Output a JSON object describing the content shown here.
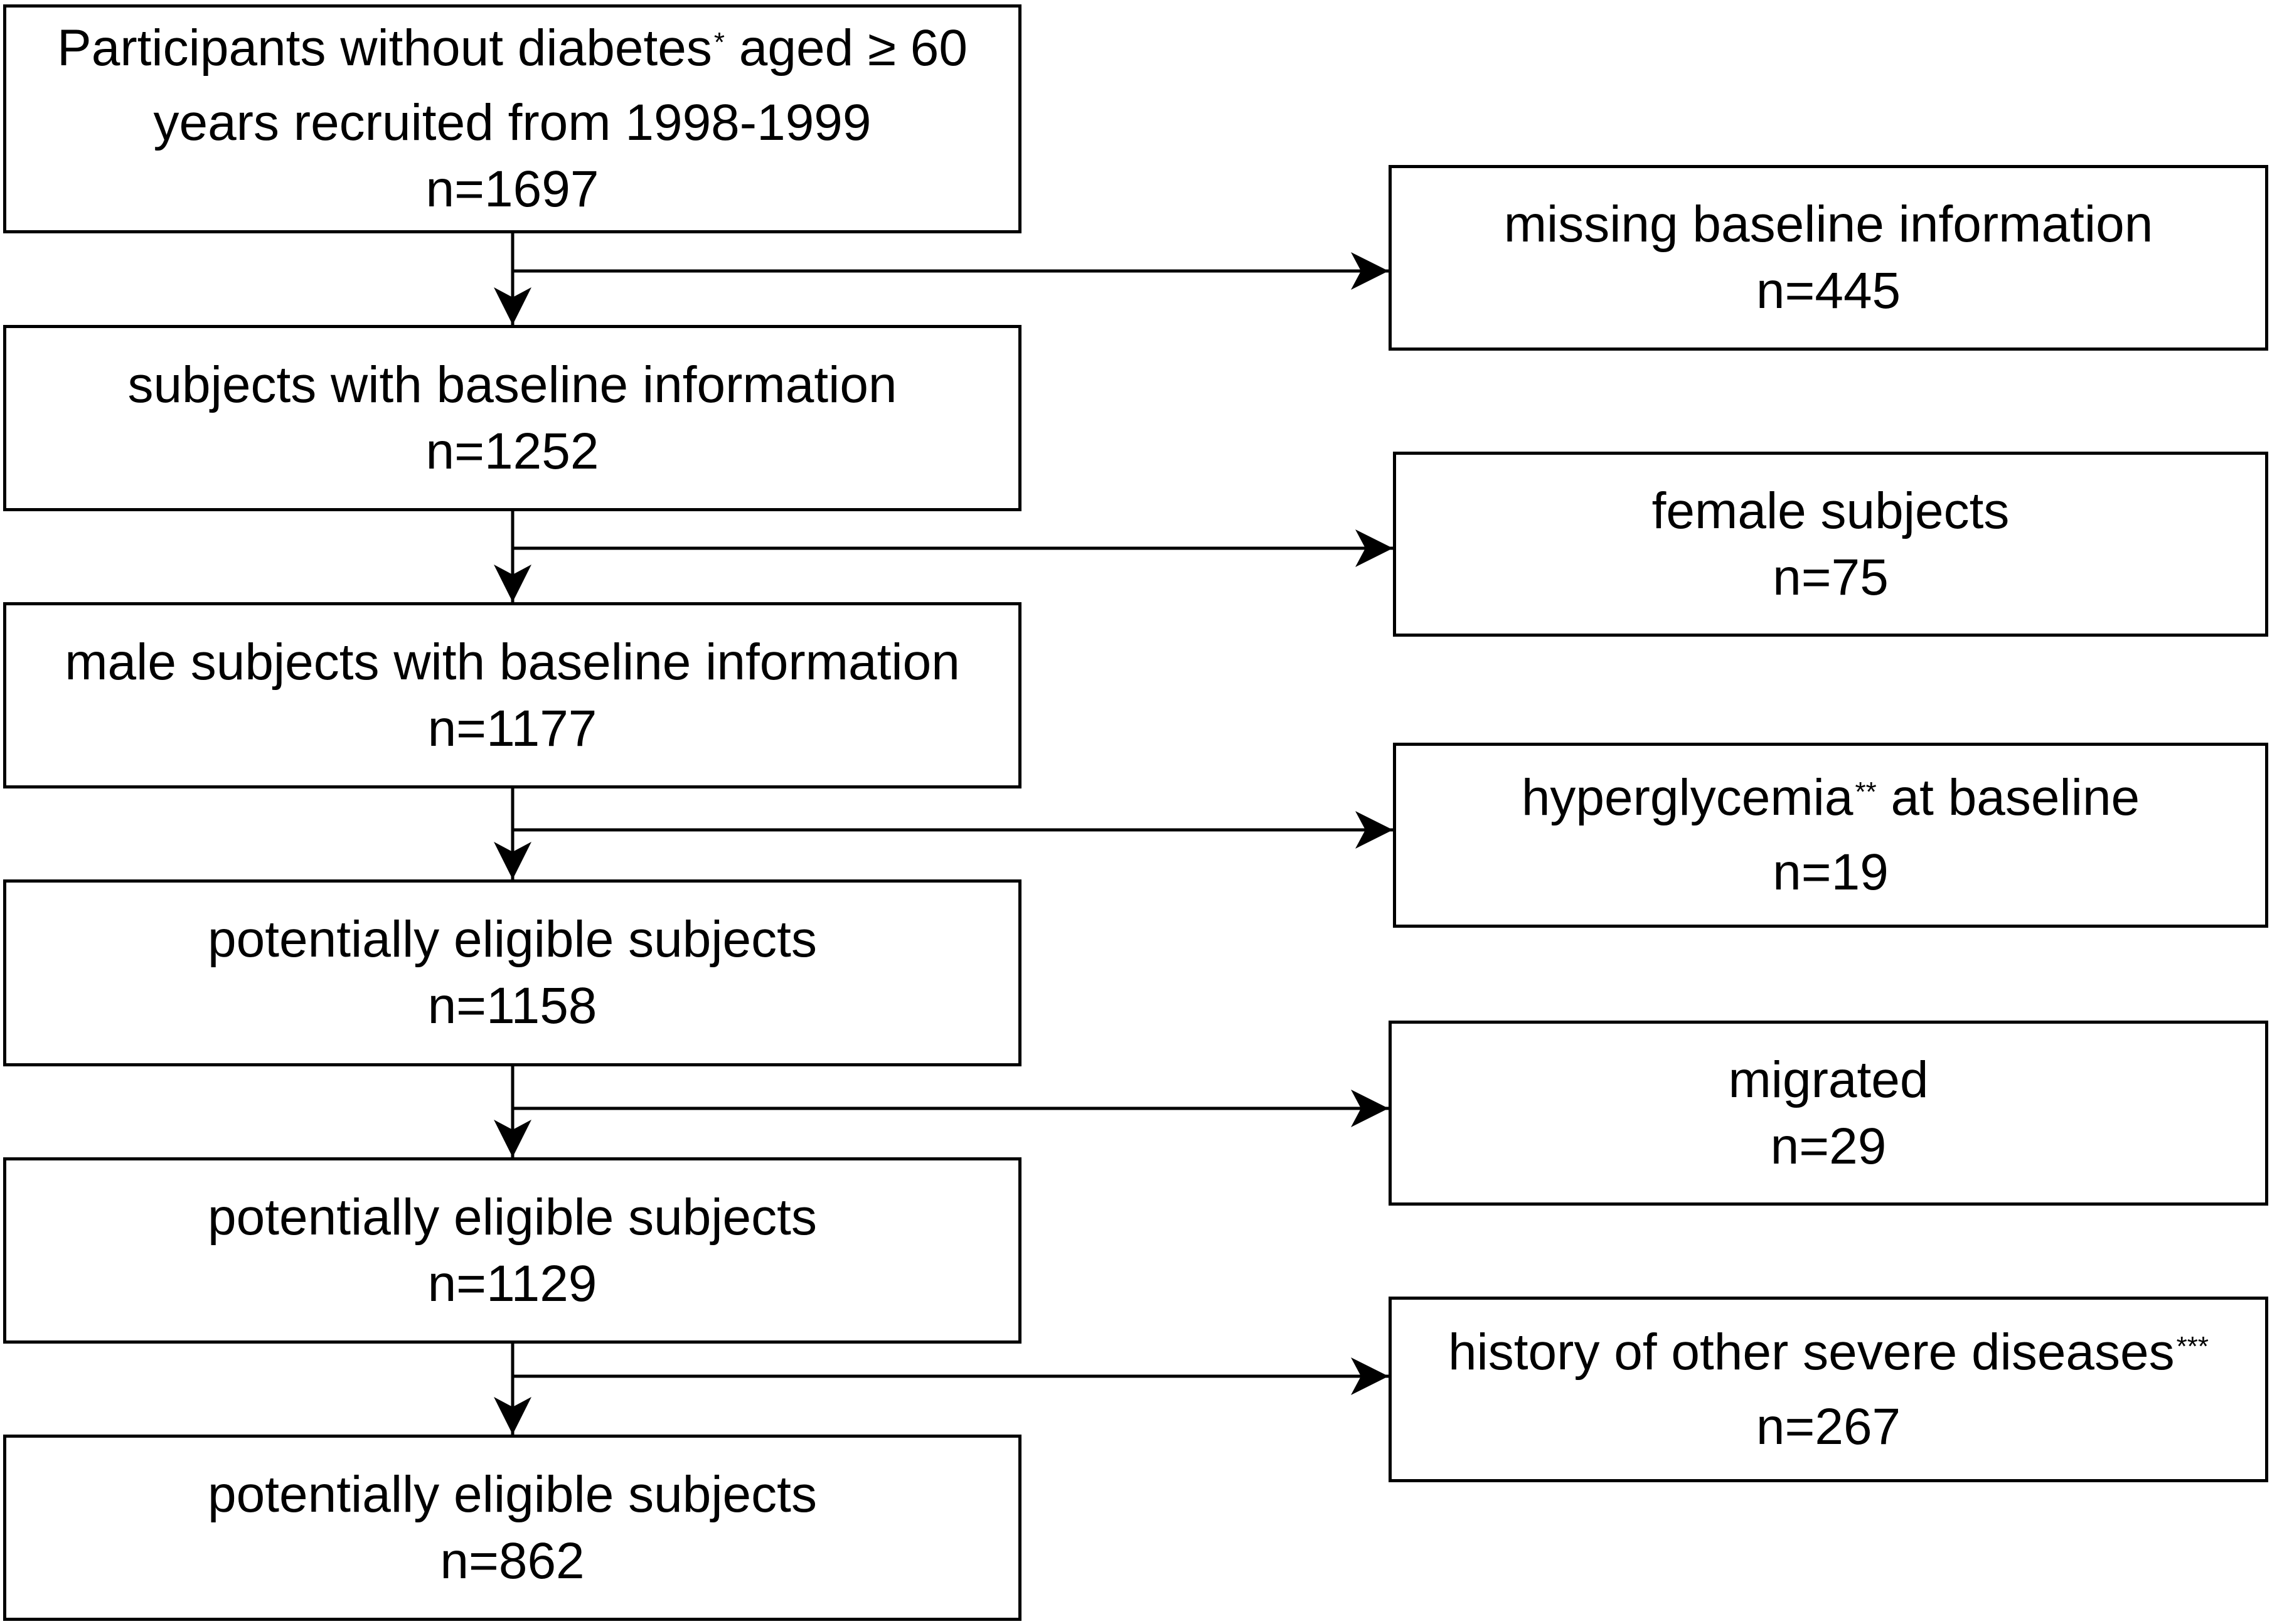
{
  "main_flow": [
    {
      "lines": [
        "Participants without diabetes",
        "years recruited from 1998-1999"
      ],
      "line1_marker": "*",
      "line1_suffix": " aged ≥ 60",
      "count": "n=1697"
    },
    {
      "text": "subjects with baseline information",
      "count": "n=1252"
    },
    {
      "text": "male subjects with baseline information",
      "count": "n=1177"
    },
    {
      "text": "potentially eligible subjects",
      "count": "n=1158"
    },
    {
      "text": "potentially eligible subjects",
      "count": "n=1129"
    },
    {
      "text": "potentially eligible subjects",
      "count": "n=862"
    }
  ],
  "exclusions": [
    {
      "text": "missing baseline information",
      "marker": "",
      "suffix": "",
      "count": "n=445"
    },
    {
      "text": "female subjects",
      "marker": "",
      "suffix": "",
      "count": "n=75"
    },
    {
      "text": "hyperglycemia",
      "marker": "**",
      "suffix": " at baseline",
      "count": "n=19"
    },
    {
      "text": "migrated",
      "marker": "",
      "suffix": "",
      "count": "n=29"
    },
    {
      "text": "history of other severe diseases",
      "marker": "***",
      "suffix": "",
      "count": "n=267"
    }
  ],
  "colors": {
    "stroke": "#000000",
    "background": "#ffffff"
  }
}
